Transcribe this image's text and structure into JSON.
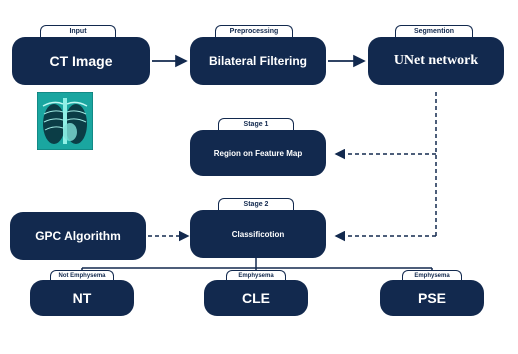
{
  "nodes": {
    "input": {
      "tag": "Input",
      "label": "CT Image"
    },
    "preprocessing": {
      "tag": "Preprocessing",
      "label": "Bilateral Filtering"
    },
    "segmentation": {
      "tag": "Segmention",
      "label": "UNet network"
    },
    "stage1": {
      "tag": "Stage 1",
      "label": "Region on Feature Map"
    },
    "stage2": {
      "tag": "Stage 2",
      "label": "Classificotion"
    },
    "gpc": {
      "label": "GPC Algorithm"
    },
    "nt": {
      "tag": "Not Emphysema",
      "label": "NT"
    },
    "cle": {
      "tag": "Emphysema",
      "label": "CLE"
    },
    "pse": {
      "tag": "Emphysema",
      "label": "PSE"
    }
  },
  "image": {
    "icon": "chest-xray-icon"
  },
  "colors": {
    "node_fill": "#12294e",
    "node_text": "#ffffff",
    "arrow": "#12294e",
    "xray_bg": "#1aa6a0"
  }
}
